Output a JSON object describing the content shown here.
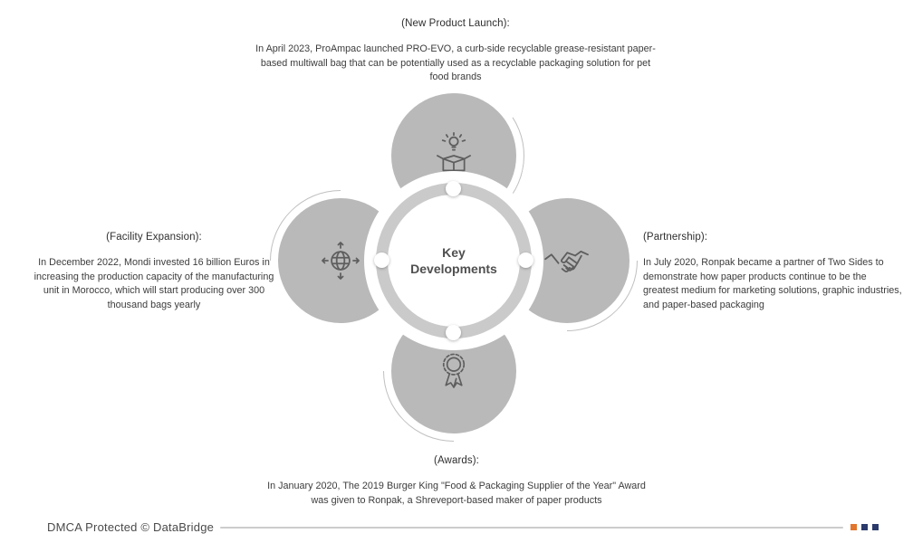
{
  "center": {
    "label": "Key\nDevelopments"
  },
  "nodes": {
    "top": {
      "heading": "(New Product Launch):",
      "body": "In April 2023, ProAmpac launched PRO-EVO, a curb-side recyclable grease-resistant paper-based multiwall bag that can be potentially used as a recyclable packaging solution for pet food brands",
      "icon": "product-launch-icon"
    },
    "left": {
      "heading": "(Facility Expansion):",
      "body": "In December 2022, Mondi invested 16 billion Euros in increasing the production capacity of the manufacturing unit in Morocco, which will start producing over 300 thousand bags yearly",
      "icon": "facility-expansion-icon"
    },
    "right": {
      "heading": "(Partnership):",
      "body": "In July 2020, Ronpak became a partner of Two Sides to demonstrate how paper products continue to be the greatest medium for marketing solutions, graphic industries, and paper-based packaging",
      "icon": "partnership-handshake-icon"
    },
    "bottom": {
      "heading": "(Awards):",
      "body": "In January 2020, The 2019 Burger King \"Food & Packaging Supplier of the Year\" Award was given to Ronpak, a Shreveport-based maker of paper products",
      "icon": "awards-ribbon-icon"
    }
  },
  "footer": {
    "dmca_text": "DMCA Protected © DataBridge"
  },
  "colors": {
    "circle_gray": "#b9b9b9",
    "ring_gray": "#cacaca",
    "arc_gray": "#c0c0c0",
    "icon_stroke": "#5e5e5e",
    "text_dark": "#3a3a3a",
    "divider_gray": "#cccccc",
    "accent_orange": "#e2762d",
    "accent_navy": "#2b3a6b"
  }
}
